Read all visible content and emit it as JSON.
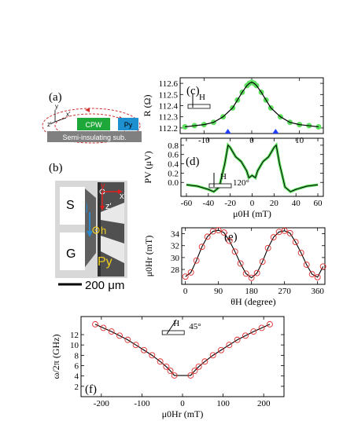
{
  "panels": {
    "a": {
      "label": "(a)",
      "axis_y": "y",
      "axis_x": "x'",
      "axis_z": "z'",
      "cpw": "CPW",
      "py": "Py",
      "substrate": "Semi-insulating sub."
    },
    "b": {
      "label": "(b)",
      "S": "S",
      "G": "G",
      "Py": "Py",
      "j": "j",
      "h": "h",
      "x": "x'",
      "y": "y",
      "z": "z'",
      "scale": "200 μm"
    }
  },
  "chart_data": [
    {
      "panel": "(c)",
      "type": "scatter",
      "ylabel": "R (Ω)",
      "xlabel": "",
      "xlim": [
        -15,
        15
      ],
      "ylim": [
        112.15,
        112.65
      ],
      "xticks": [
        -10,
        0,
        10
      ],
      "yticks": [
        112.2,
        112.3,
        112.4,
        112.5,
        112.6
      ],
      "inset": "H",
      "series": [
        {
          "x": [
            -14,
            -12,
            -10,
            -8,
            -6,
            -4,
            -3,
            -2,
            -1,
            -0.5,
            0,
            0.5,
            1,
            2,
            3,
            4,
            6,
            8,
            10,
            12,
            14
          ],
          "y": [
            112.21,
            112.22,
            112.23,
            112.25,
            112.3,
            112.38,
            112.45,
            112.52,
            112.58,
            112.6,
            112.61,
            112.6,
            112.58,
            112.52,
            112.45,
            112.38,
            112.3,
            112.25,
            112.23,
            112.22,
            112.21
          ]
        }
      ],
      "markers_x": [
        -5,
        5
      ]
    },
    {
      "panel": "(d)",
      "type": "line",
      "ylabel": "PV (μV)",
      "xlabel": "μ0H (mT)",
      "xlim": [
        -65,
        65
      ],
      "ylim": [
        -0.3,
        0.95
      ],
      "xticks": [
        -60,
        -40,
        -20,
        0,
        20,
        40,
        60
      ],
      "yticks": [
        0.0,
        0.2,
        0.4,
        0.6,
        0.8
      ],
      "inset": "H",
      "angle": "120°",
      "series": [
        {
          "x": [
            -60,
            -50,
            -40,
            -35,
            -30,
            -25,
            -22,
            -20,
            -15,
            -10,
            -5,
            -3,
            0,
            3,
            5,
            10,
            15,
            20,
            22,
            25,
            30,
            35,
            40,
            50,
            60
          ],
          "y": [
            -0.05,
            -0.08,
            -0.15,
            -0.2,
            -0.1,
            0.4,
            0.8,
            0.75,
            0.55,
            0.45,
            0.25,
            0.1,
            0.15,
            0.1,
            0.25,
            0.45,
            0.55,
            0.75,
            0.8,
            0.4,
            -0.1,
            -0.2,
            -0.15,
            -0.08,
            -0.05
          ]
        }
      ]
    },
    {
      "panel": "(e)",
      "type": "scatter",
      "ylabel": "μ0Hr (mT)",
      "xlabel": "θH (degree)",
      "xlim": [
        -10,
        380
      ],
      "ylim": [
        25.5,
        35
      ],
      "xticks": [
        0,
        90,
        180,
        270,
        360
      ],
      "yticks": [
        28,
        30,
        32,
        34
      ],
      "series": [
        {
          "x": [
            0,
            15,
            30,
            45,
            60,
            75,
            90,
            105,
            120,
            135,
            150,
            165,
            180,
            195,
            210,
            225,
            240,
            255,
            270,
            285,
            300,
            315,
            330,
            345,
            360,
            375
          ],
          "y": [
            26.8,
            27.5,
            29.5,
            31.8,
            33.5,
            34.4,
            34.6,
            34.2,
            32.8,
            31.0,
            29.0,
            27.3,
            26.6,
            27.4,
            29.3,
            31.6,
            33.4,
            34.3,
            34.5,
            34.1,
            32.6,
            30.8,
            28.8,
            27.2,
            26.7,
            28.5
          ]
        }
      ]
    },
    {
      "panel": "(f)",
      "type": "scatter",
      "ylabel": "ω/2π (GHz)",
      "xlabel": "μ0Hr (mT)",
      "xlim": [
        -250,
        250
      ],
      "ylim": [
        0,
        15.5
      ],
      "xticks": [
        -200,
        -100,
        0,
        100,
        200
      ],
      "yticks": [
        2,
        4,
        6,
        8,
        10,
        12
      ],
      "inset": "H",
      "angle": "45°",
      "series": [
        {
          "x": [
            -215,
            -195,
            -175,
            -155,
            -135,
            -115,
            -95,
            -75,
            -55,
            -40,
            -30,
            -20,
            20,
            30,
            40,
            55,
            75,
            95,
            115,
            135,
            155,
            175,
            195,
            215
          ],
          "y": [
            14.0,
            13.3,
            12.6,
            11.8,
            11.0,
            10.0,
            9.0,
            8.0,
            6.8,
            5.8,
            5.0,
            4.1,
            4.1,
            5.0,
            5.8,
            6.8,
            8.0,
            9.0,
            10.0,
            11.0,
            11.8,
            12.6,
            13.3,
            14.0
          ]
        }
      ]
    }
  ]
}
